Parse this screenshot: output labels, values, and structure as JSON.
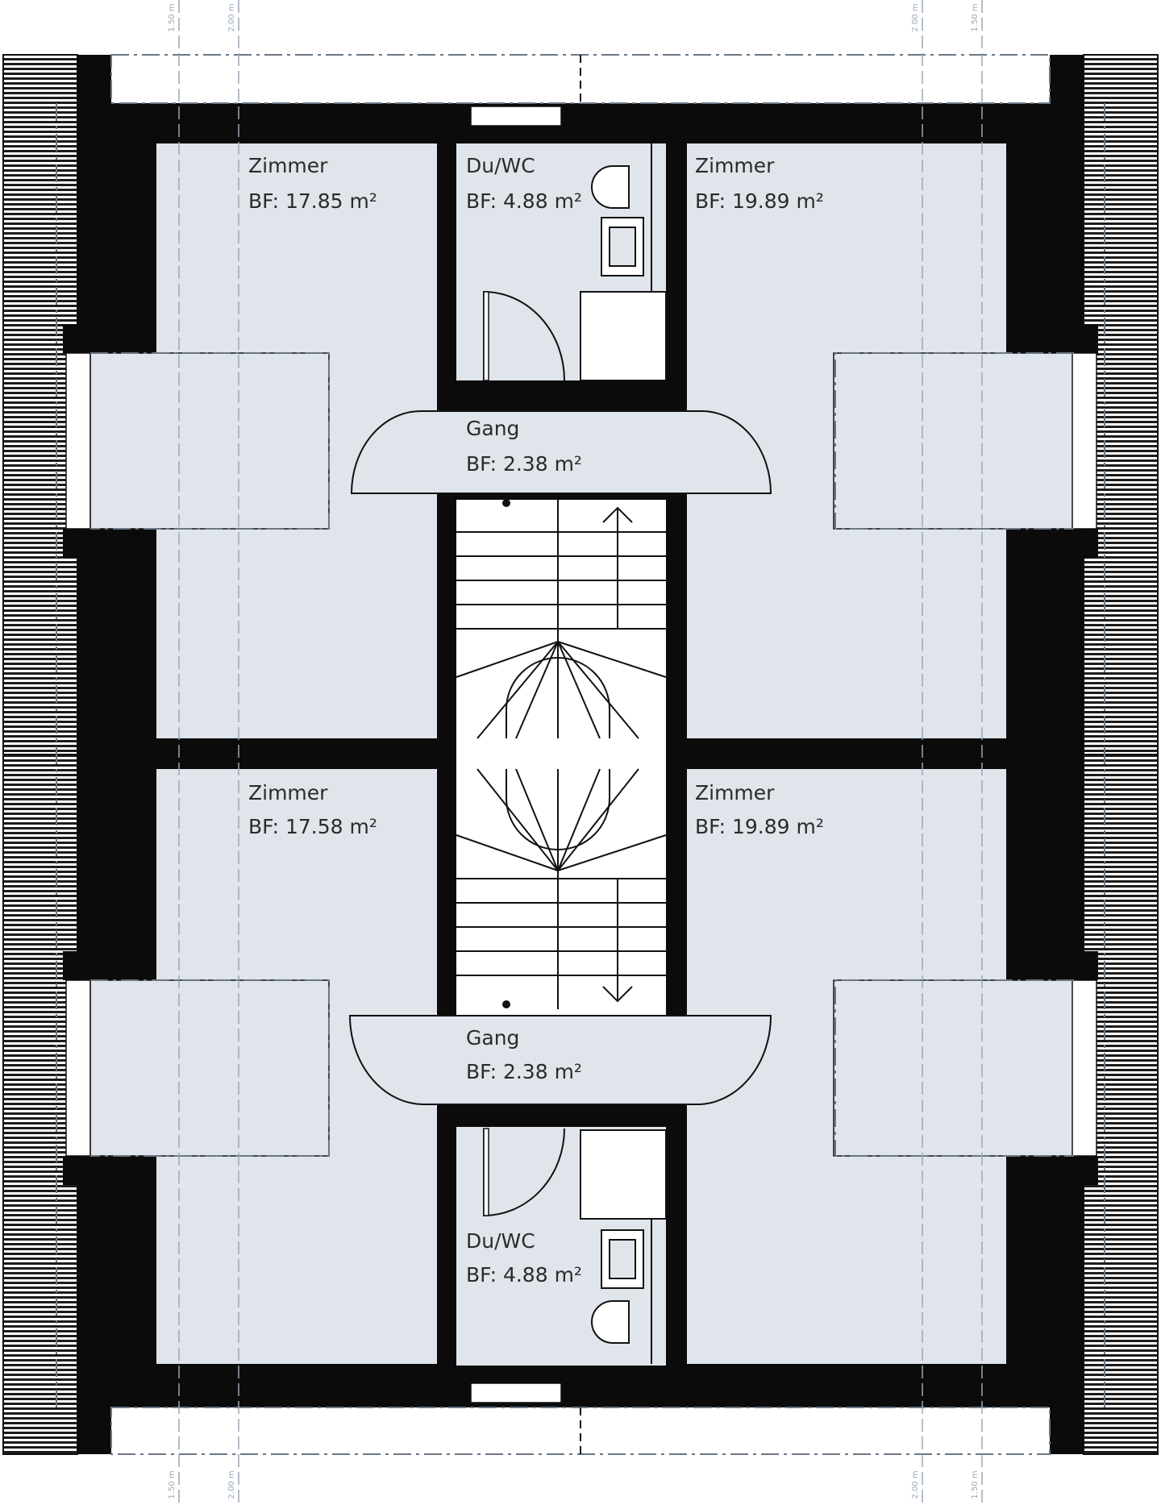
{
  "rooms": [
    {
      "name": "Zimmer",
      "area": "BF: 17.85 m²"
    },
    {
      "name": "Du/WC",
      "area": "BF: 4.88 m²"
    },
    {
      "name": "Zimmer",
      "area": "BF: 19.89 m²"
    },
    {
      "name": "Gang",
      "area": "BF: 2.38 m²"
    },
    {
      "name": "Zimmer",
      "area": "BF: 17.58 m²"
    },
    {
      "name": "Zimmer",
      "area": "BF: 19.89 m²"
    },
    {
      "name": "Gang",
      "area": "BF: 2.38 m²"
    },
    {
      "name": "Du/WC",
      "area": "BF: 4.88 m²"
    }
  ],
  "dimensions": {
    "top": [
      "1.50 m",
      "2.00 m",
      "2.00 m",
      "1.50 m"
    ],
    "bottom": [
      "1.50 m",
      "2.00 m",
      "2.00 m",
      "1.50 m"
    ]
  },
  "colors": {
    "wall": "#0b0b0b",
    "floor": "#dfe5ea",
    "line": "#1a1a1a",
    "dash": "#8e9aa6",
    "paper": "#ffffff"
  }
}
